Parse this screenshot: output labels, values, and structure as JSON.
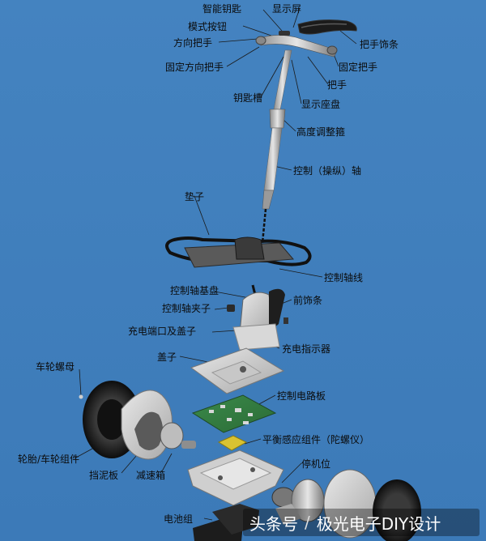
{
  "labels": {
    "smart_key": "智能钥匙",
    "display_screen": "显示屏",
    "mode_button": "模式按钮",
    "direction_handle": "方向把手",
    "handle_trim": "把手饰条",
    "fixed_direction_handle": "固定方向把手",
    "fixed_handle": "固定把手",
    "handle": "把手",
    "key_slot": "钥匙槽",
    "display_base": "显示座盘",
    "height_adjust_hoop": "高度调整箍",
    "control_shaft": "控制（操纵）轴",
    "pad": "垫子",
    "control_shaft_wire": "控制轴线",
    "control_shaft_base": "控制轴基盘",
    "front_trim": "前饰条",
    "control_shaft_clip": "控制轴夹子",
    "charge_port_cover": "充电端口及盖子",
    "charge_indicator": "充电指示器",
    "cover": "盖子",
    "wheel_nut": "车轮螺母",
    "control_board": "控制电路板",
    "gyro_sensor": "平衡感应组件（陀螺仪）",
    "tire_wheel": "轮胎/车轮组件",
    "fender": "挡泥板",
    "gearbox": "减速箱",
    "stop_bit": "停机位",
    "battery": "电池组"
  },
  "watermark": {
    "source": "头条号",
    "separator": "/",
    "author": "极光电子DIY设计"
  }
}
